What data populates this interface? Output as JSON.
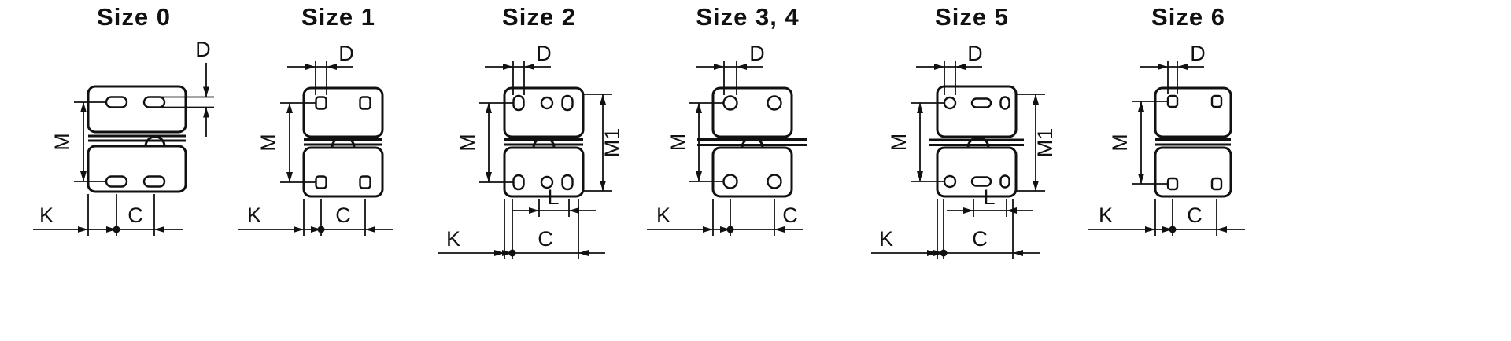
{
  "figure": {
    "background": "#ffffff",
    "line_color": "#111111"
  },
  "panels": [
    {
      "title": "Size 0",
      "hole_style": "oval-slots",
      "labels": {
        "d": "D",
        "m": "M",
        "k": "K",
        "c": "C"
      }
    },
    {
      "title": "Size 1",
      "hole_style": "rounded-squares",
      "labels": {
        "d": "D",
        "m": "M",
        "k": "K",
        "c": "C"
      }
    },
    {
      "title": "Size 2",
      "hole_style": "slot-circle-slot",
      "labels": {
        "d": "D",
        "m": "M",
        "m1": "M1",
        "l": "L",
        "k": "K",
        "c": "C"
      }
    },
    {
      "title": "Size 3, 4",
      "hole_style": "circles",
      "labels": {
        "d": "D",
        "m": "M",
        "k": "K",
        "c": "C"
      }
    },
    {
      "title": "Size 5",
      "hole_style": "circle-oval-slot",
      "labels": {
        "d": "D",
        "m": "M",
        "m1": "M1",
        "l": "L",
        "k": "K",
        "c": "C"
      }
    },
    {
      "title": "Size 6",
      "hole_style": "rounded-squares",
      "labels": {
        "d": "D",
        "m": "M",
        "k": "K",
        "c": "C"
      }
    }
  ]
}
